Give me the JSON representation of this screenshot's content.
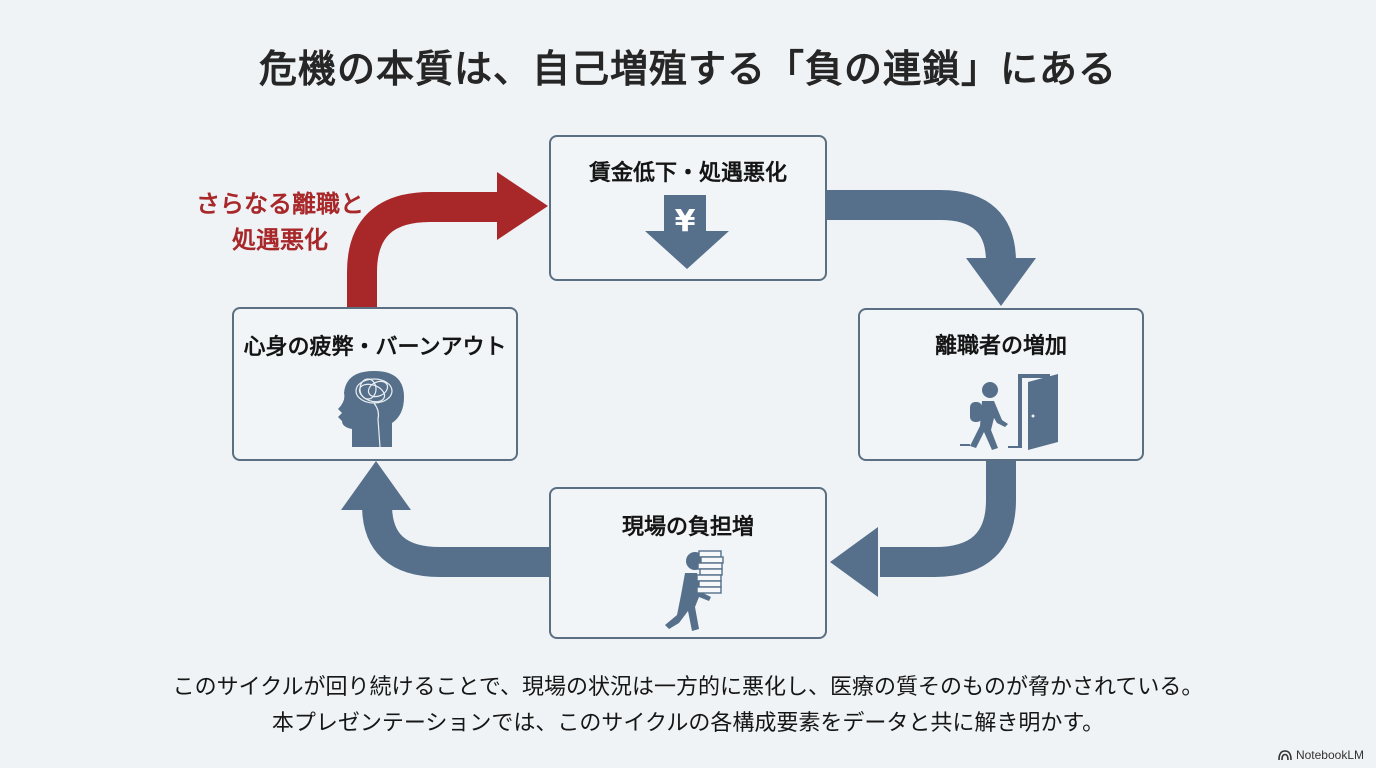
{
  "title": "危機の本質は、自己増殖する「負の連鎖」にある",
  "colors": {
    "background": "#eff3f6",
    "arrow_blue": "#56708b",
    "arrow_red": "#a8282a",
    "box_border": "#5b6f82",
    "icon": "#56708b"
  },
  "cycle": {
    "nodes": [
      {
        "id": "wage",
        "label": "賃金低下・処遇悪化",
        "icon": "yen-down-arrow-icon"
      },
      {
        "id": "turnover",
        "label": "離職者の増加",
        "icon": "person-leaving-door-icon"
      },
      {
        "id": "burden",
        "label": "現場の負担増",
        "icon": "person-carrying-papers-icon"
      },
      {
        "id": "burnout",
        "label": "心身の疲弊・バーンアウト",
        "icon": "tangled-brain-head-icon"
      }
    ],
    "feedback_label_line1": "さらなる離職と",
    "feedback_label_line2": "処遇悪化",
    "yen_symbol": "¥"
  },
  "footer": {
    "line1": "このサイクルが回り続けることで、現場の状況は一方的に悪化し、医療の質そのものが脅かされている。",
    "line2": "本プレゼンテーションでは、このサイクルの各構成要素をデータと共に解き明かす。"
  },
  "brand": {
    "name": "NotebookLM",
    "icon": "notebooklm-logo-icon"
  }
}
